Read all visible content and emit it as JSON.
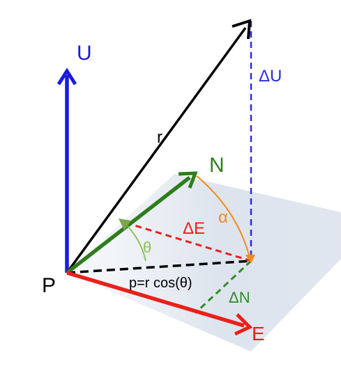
{
  "labels": {
    "U": "U",
    "delta_U": "ΔU",
    "r": "r",
    "N": "N",
    "alpha": "α",
    "delta_E": "ΔE",
    "theta": "θ",
    "P": "P",
    "p_formula": "p=r cos(θ)",
    "delta_N": "ΔN",
    "E": "E"
  },
  "colors": {
    "U_axis": "#1a1adf",
    "delta_U_line": "#2a2adf",
    "r_vector": "#000000",
    "N_axis": "#2e7d1c",
    "E_axis": "#e8211b",
    "delta_E_line": "#e8211b",
    "delta_N_line": "#2e8b2a",
    "alpha_arc": "#f28a1e",
    "theta_arc": "#8fbf5e",
    "plane": "#dde4ee",
    "projection_line": "#000000"
  }
}
